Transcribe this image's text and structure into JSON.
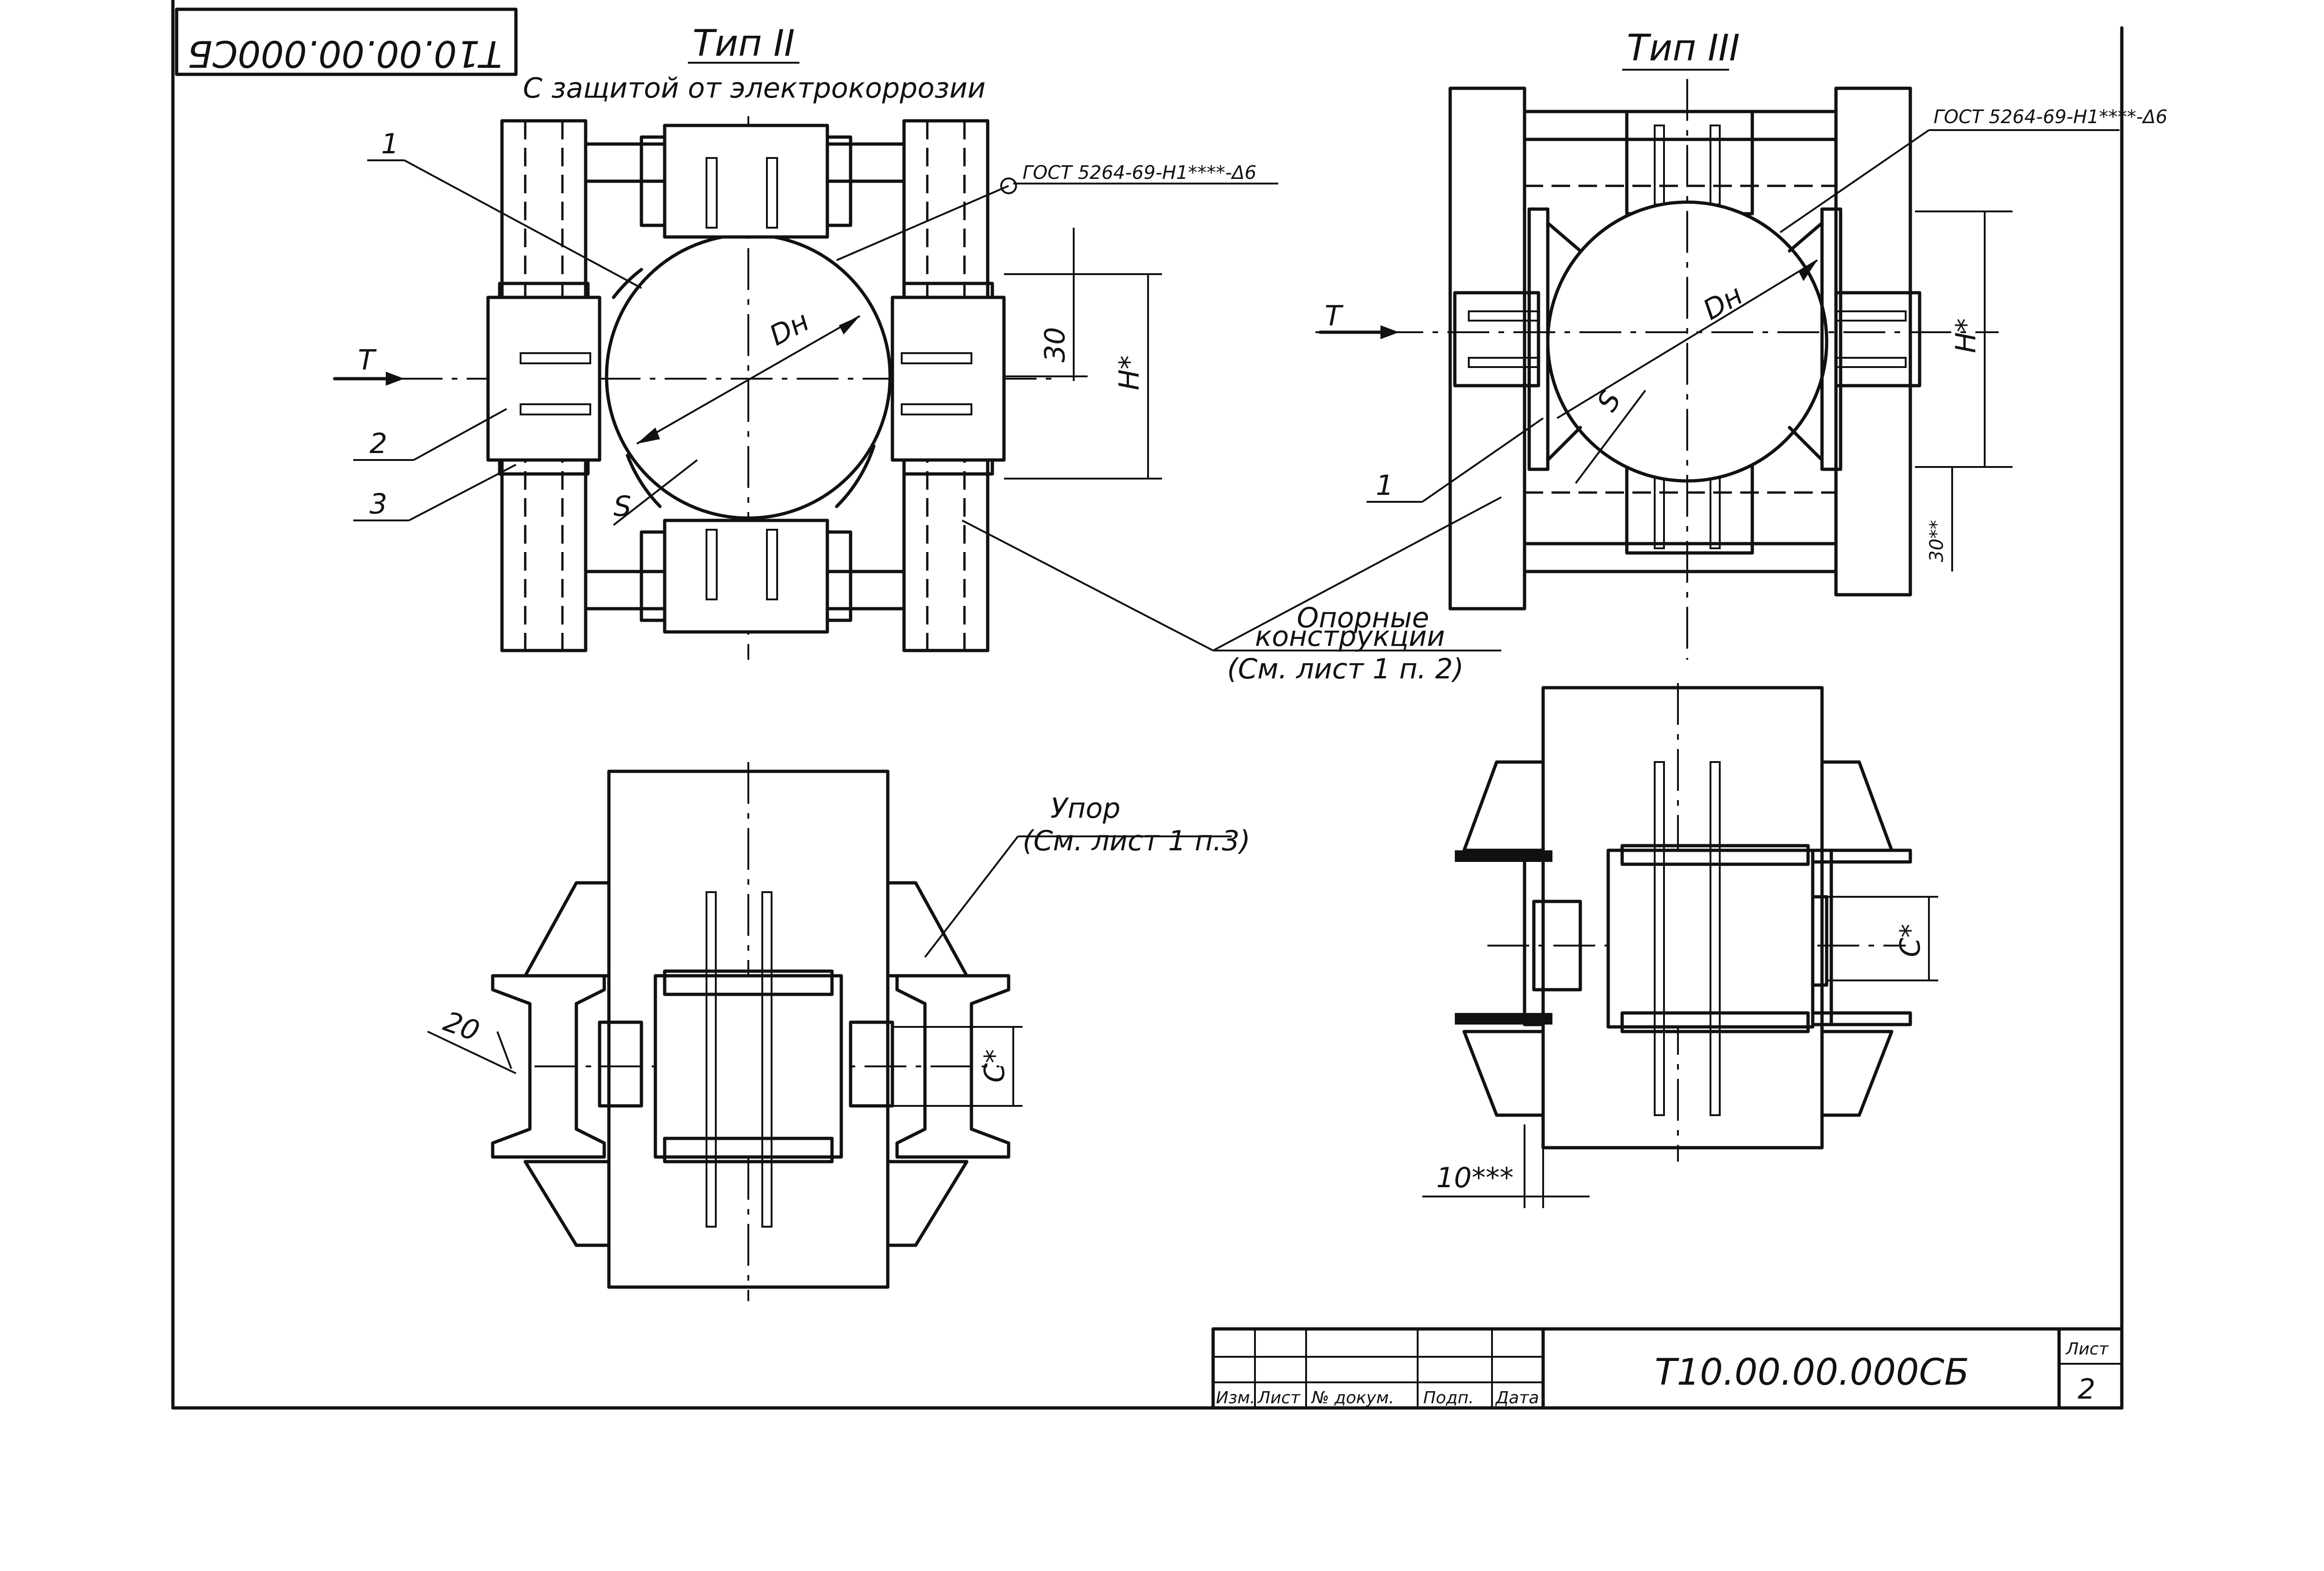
{
  "doc_code": "Т10.00.00.000СБ",
  "doc_code_rotated": "Т10.00.00.000СБ",
  "sheet_label": "Лист",
  "sheet_number": "2",
  "stamp": {
    "izm": "Изм.",
    "list": "Лист",
    "doc_no": "№ докум.",
    "podp": "Подп.",
    "data": "Дата"
  },
  "type2": {
    "title": "Тип II",
    "subtitle": "С защитой от электрокоррозии",
    "gost": "ГОСТ 5264-69-Н1****-Δ6",
    "dn": "Dн",
    "s": "S",
    "t": "T",
    "dim_30": "30",
    "dim_h": "H*",
    "callout_1": "1",
    "callout_2": "2",
    "callout_3": "3"
  },
  "type3": {
    "title": "Тип III",
    "gost": "ГОСТ 5264-69-Н1****-Δ6",
    "dn": "Dн",
    "s": "S",
    "t": "T",
    "dim_h": "H*",
    "dim_30": "30**",
    "callout_1": "1"
  },
  "supports_note": {
    "line1": "Опорные",
    "line2": "конструкции",
    "line3": "(См. лист 1 п. 2)"
  },
  "stop_note": {
    "line1": "Упор",
    "line2": "(См. лист 1 п.3)"
  },
  "section_left": {
    "dim_20": "20",
    "dim_c": "C*"
  },
  "section_right": {
    "dim_c": "C*",
    "dim_10": "10***"
  }
}
